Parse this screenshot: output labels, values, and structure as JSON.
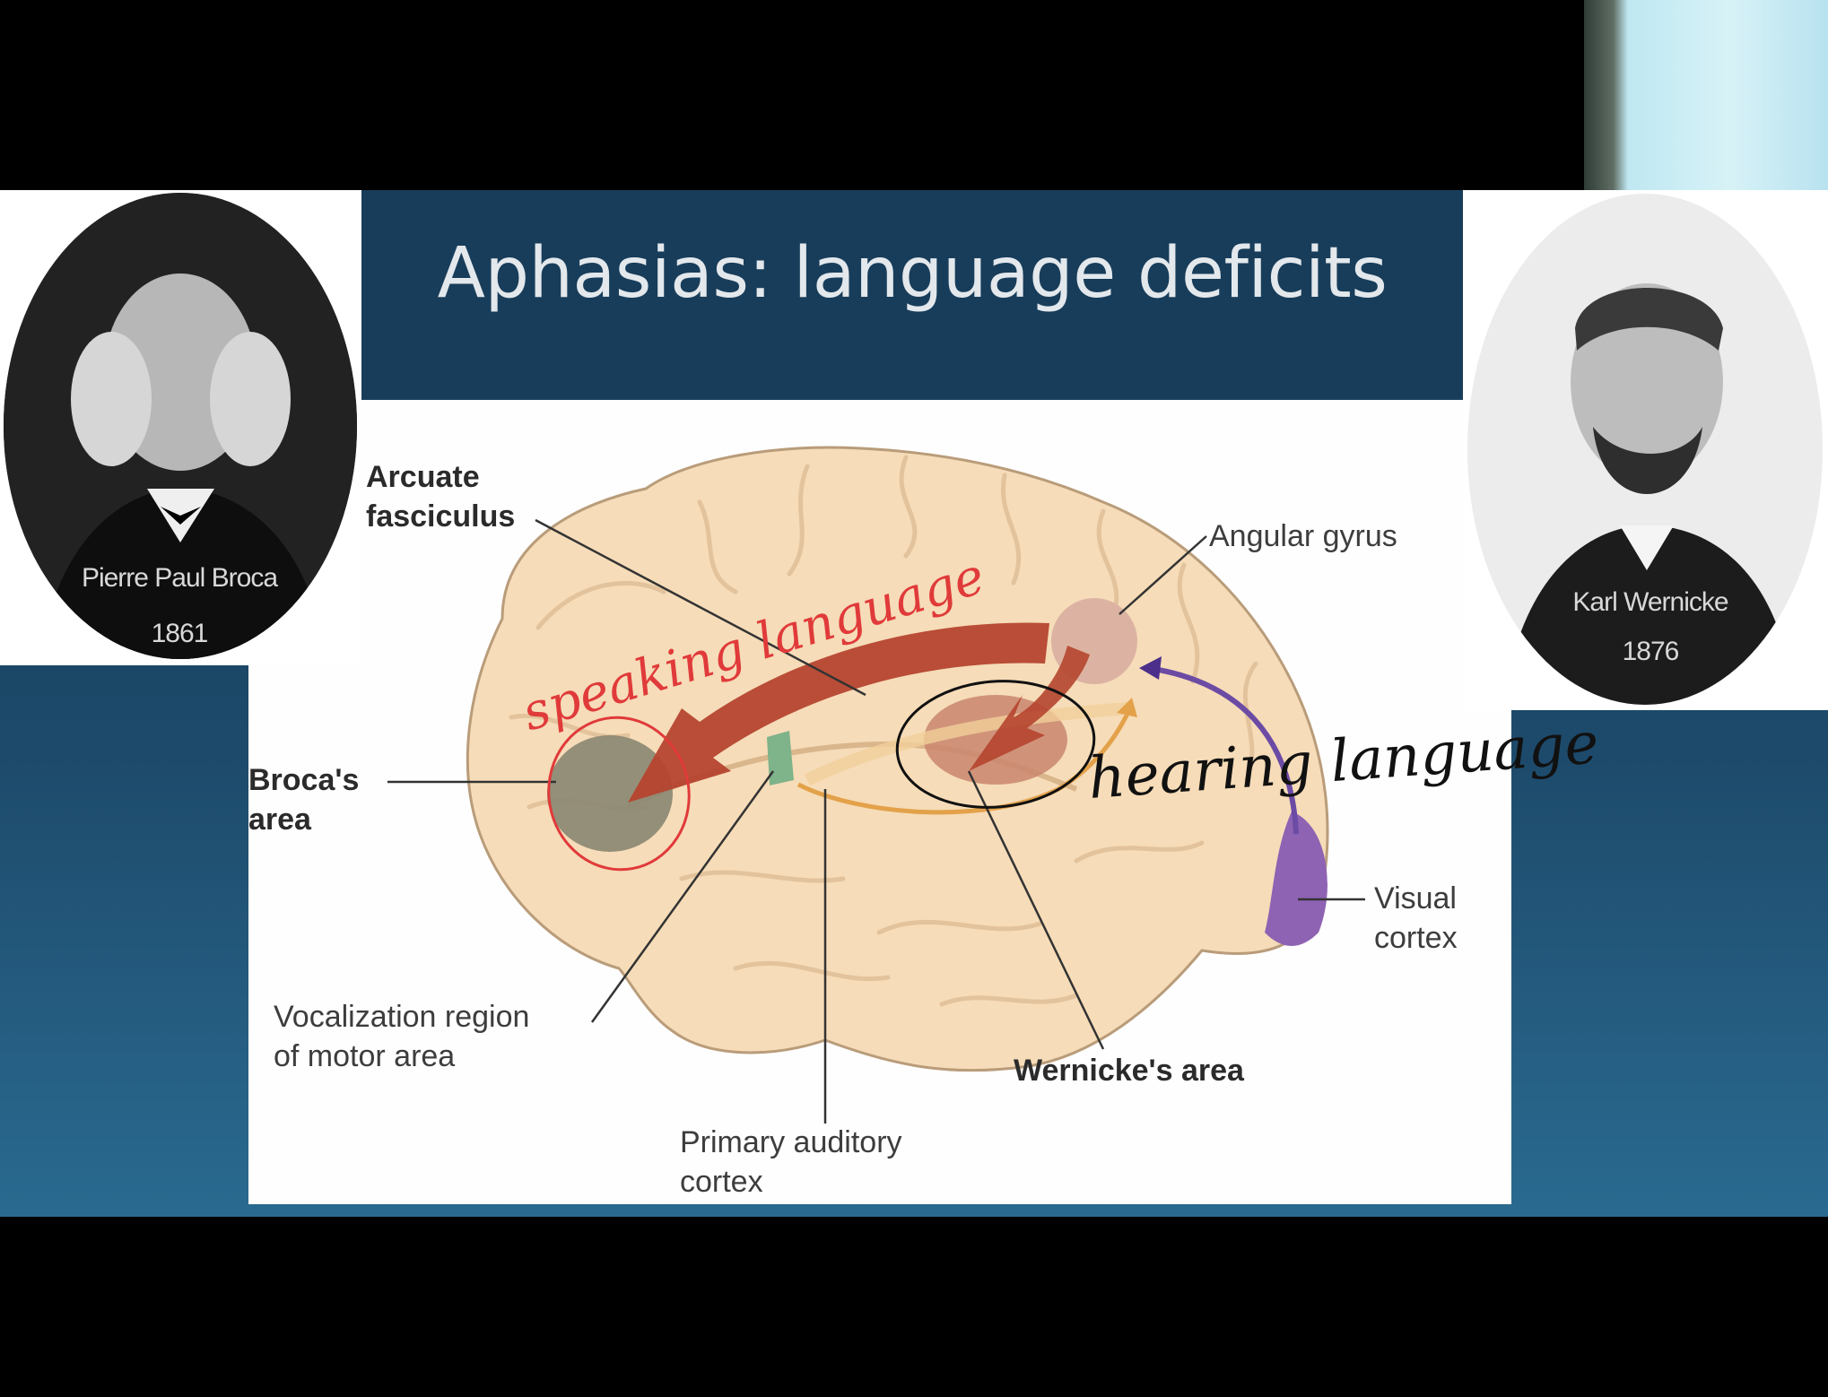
{
  "slide": {
    "title": "Aphasias: language deficits"
  },
  "portraits": {
    "left": {
      "name": "Pierre Paul Broca",
      "year": "1861"
    },
    "right": {
      "name": "Karl Wernicke",
      "year": "1876"
    }
  },
  "diagram": {
    "labels": {
      "arcuate": "Arcuate\nfasciculus",
      "angular": "Angular gyrus",
      "broca": "Broca's\narea",
      "visual": "Visual\ncortex",
      "vocalization": "Vocalization region\nof motor area",
      "wernicke": "Wernicke's area",
      "auditory": "Primary auditory\ncortex"
    },
    "colors": {
      "brain": "#f6dcb8",
      "broca_area": "#8a8672",
      "arcuate_arrow": "#b5452f",
      "angular_gyrus": "#dcb3a3",
      "visual_cortex": "#8e63b3",
      "vocalization": "#7fb38a",
      "auditory_path": "#e3a14a"
    }
  },
  "annotations": {
    "red": "speaking language",
    "black": "hearing language"
  }
}
